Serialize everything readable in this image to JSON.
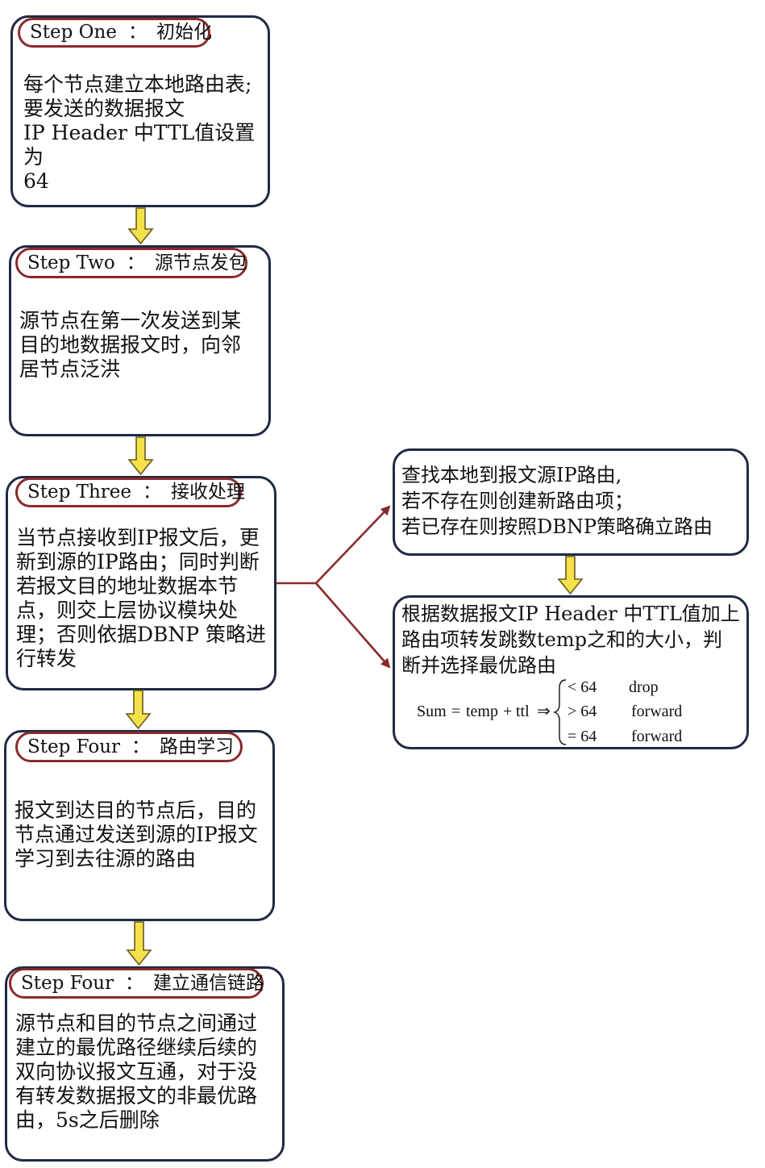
{
  "steps": [
    {
      "label": "Step One",
      "sep": "：",
      "title": "初始化",
      "text": "每个节点建立本地路由表;\n要发送的数据报文\nIP Header 中TTL值设置为\n64"
    },
    {
      "label": "Step Two",
      "sep": "：",
      "title": "源节点发包",
      "text": "源节点在第一次发送到某\n目的地数据报文时，向邻\n居节点泛洪"
    },
    {
      "label": "Step Three",
      "sep": "：",
      "title": "接收处理",
      "text": "当节点接收到IP报文后，更\n新到源的IP路由；同时判断\n若报文目的地址数据本节\n点，则交上层协议模块处\n理；否则依据DBNP 策略进\n行转发"
    },
    {
      "label": "Step Four",
      "sep": "：",
      "title": "路由学习",
      "text": "报文到达目的节点后，目的\n节点通过发送到源的IP报文\n学习到去往源的路由"
    },
    {
      "label": "Step Four",
      "sep": "：",
      "title": "建立通信链路",
      "text": "源节点和目的节点之间通过\n建立的最优路径继续后续的\n双向协议报文互通，对于没\n有转发数据报文的非最优路\n由，5s之后删除"
    }
  ],
  "right_boxes": [
    {
      "text": "查找本地到报文源IP路由,\n若不存在则创建新路由项；\n若已存在则按照DBNP策略确立路由"
    },
    {
      "text": "根据数据报文IP Header 中TTL值加上\n路由项转发跳数temp之和的大小，判\n断并选择最优路由"
    }
  ],
  "formula": {
    "lhs_sum": "Sum",
    "eq": "=",
    "temp": "temp",
    "plus": "+",
    "ttl": "ttl",
    "implies": "⇒",
    "cases": [
      {
        "cond": "< 64",
        "action": "drop"
      },
      {
        "cond": "> 64",
        "action": "forward"
      },
      {
        "cond": "= 64",
        "action": "forward"
      }
    ]
  },
  "colors": {
    "box_border": "#1f2a44",
    "pill_border": "#8a2a2a",
    "arrow_fill": "#f5e24a",
    "arrow_stroke": "#6b5a1c",
    "branch": "#8a2a2a"
  }
}
